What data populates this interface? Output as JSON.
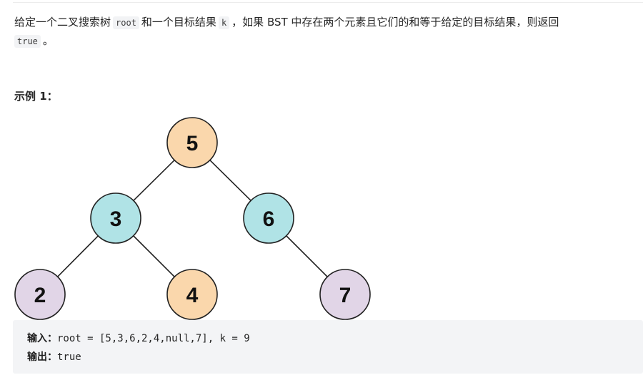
{
  "description": {
    "part1": "给定一个二叉搜索树",
    "code_root": "root",
    "part2": "和一个目标结果",
    "code_k": "k",
    "part3": "，如果 BST 中存在两个元素且它们的和等于给定的目标结果，则返回",
    "code_true": "true",
    "part4": "。"
  },
  "example": {
    "title": "示例 1：",
    "input_label": "输入：",
    "input_value": "root = [5,3,6,2,4,null,7], k = 9",
    "output_label": "输出：",
    "output_value": "true"
  },
  "tree": {
    "colors": {
      "orange": "#fad7ac",
      "teal": "#b0e3e6",
      "purple": "#e1d5e7",
      "stroke": "#222222"
    },
    "nodes": [
      {
        "id": "n5",
        "label": "5",
        "color": "orange"
      },
      {
        "id": "n3",
        "label": "3",
        "color": "teal"
      },
      {
        "id": "n6",
        "label": "6",
        "color": "teal"
      },
      {
        "id": "n2",
        "label": "2",
        "color": "purple"
      },
      {
        "id": "n4",
        "label": "4",
        "color": "orange"
      },
      {
        "id": "n7",
        "label": "7",
        "color": "purple"
      }
    ],
    "edges": [
      [
        "n5",
        "n3"
      ],
      [
        "n5",
        "n6"
      ],
      [
        "n3",
        "n2"
      ],
      [
        "n3",
        "n4"
      ],
      [
        "n6",
        "n7"
      ]
    ]
  }
}
